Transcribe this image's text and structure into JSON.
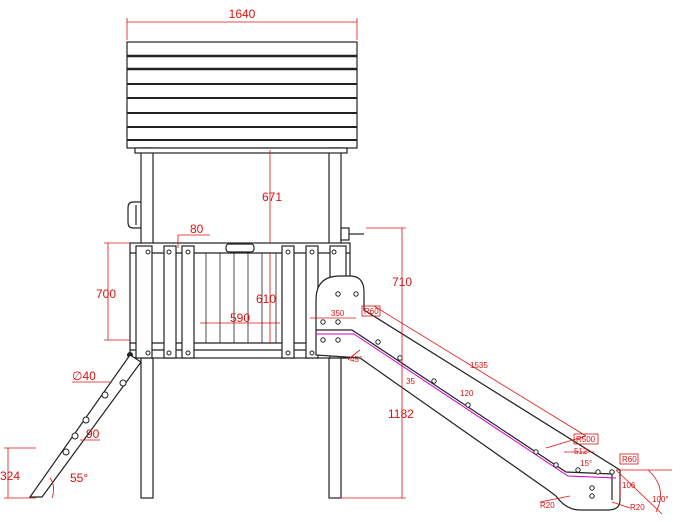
{
  "dimensions": {
    "roof_width": "1640",
    "post_height": "671",
    "plank_80": "80",
    "wall_height_700": "700",
    "wall_inner_610": "610",
    "wall_width_590": "590",
    "right_710": "710",
    "total_height": "1182",
    "ladder_diameter": "∅40",
    "ladder_step": "90",
    "ladder_base": "324",
    "ladder_angle": "55°",
    "slide_length": "1535",
    "slide_r60_top": "R60",
    "slide_350": "350",
    "slide_45deg": "45°",
    "slide_35": "35",
    "slide_120": "120",
    "slide_r500": "R500",
    "slide_512": "512",
    "slide_15": "15°",
    "slide_r60_bottom": "R60",
    "slide_106": "106",
    "slide_100deg": "100°",
    "slide_r20_left": "R20",
    "slide_r20_right": "R20"
  },
  "colors": {
    "outline": "#222222",
    "dimension": "#dd1111",
    "slide_path": "#cc00cc"
  }
}
